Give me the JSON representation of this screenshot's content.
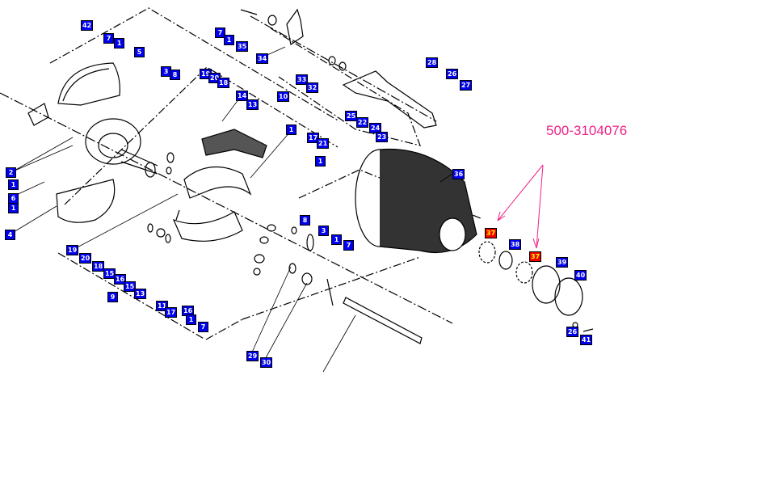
{
  "diagram": {
    "part_number": "500-3104076",
    "highlight_color": "#ee0000",
    "callout_color": "#0000ee",
    "arrow_color": "#ee2288",
    "callouts": [
      "42",
      "7",
      "1",
      "5",
      "3",
      "8",
      "19",
      "20",
      "18",
      "14",
      "13",
      "10",
      "1",
      "17",
      "21",
      "1",
      "2",
      "1",
      "6",
      "1",
      "4",
      "19",
      "20",
      "18",
      "15",
      "16",
      "15",
      "13",
      "9",
      "11",
      "17",
      "16",
      "1",
      "7",
      "8",
      "3",
      "1",
      "7",
      "7",
      "1",
      "35",
      "34",
      "33",
      "32",
      "25",
      "22",
      "24",
      "23",
      "28",
      "26",
      "27",
      "36",
      "37",
      "38",
      "37",
      "39",
      "40",
      "26",
      "41",
      "29",
      "30"
    ],
    "highlighted": [
      52,
      54
    ]
  }
}
